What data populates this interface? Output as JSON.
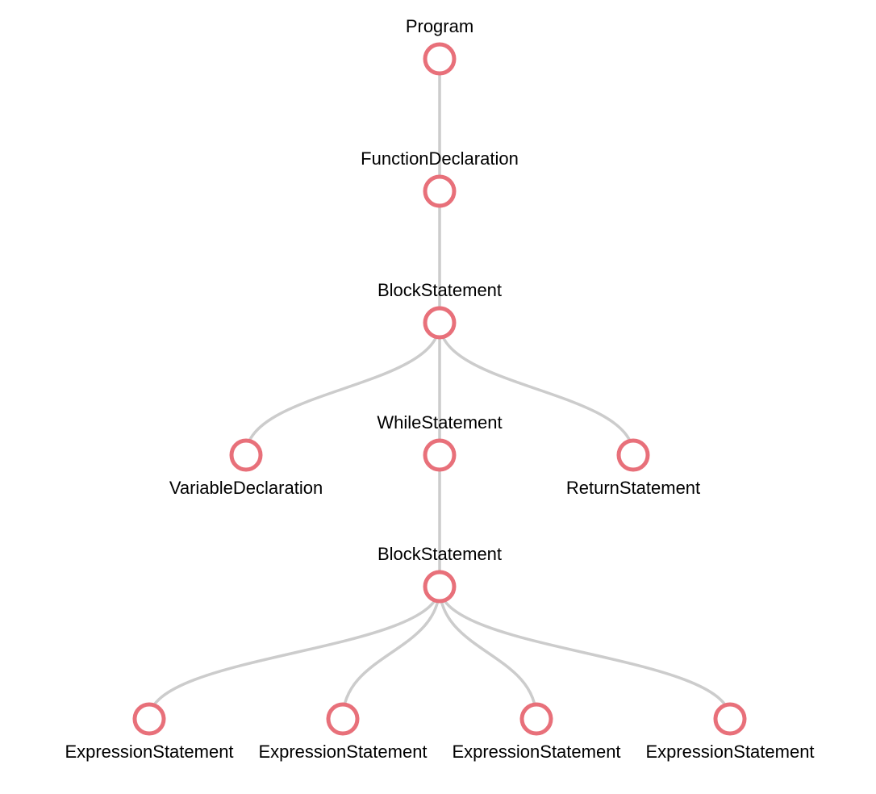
{
  "colors": {
    "node_stroke": "#e8707a",
    "link_stroke": "#cccccc",
    "background": "#ffffff"
  },
  "tree": {
    "nodes": [
      {
        "id": "n0",
        "label": "Program",
        "parent": null,
        "label_position": "above"
      },
      {
        "id": "n1",
        "label": "FunctionDeclaration",
        "parent": "n0",
        "label_position": "above"
      },
      {
        "id": "n2",
        "label": "BlockStatement",
        "parent": "n1",
        "label_position": "above"
      },
      {
        "id": "n3",
        "label": "VariableDeclaration",
        "parent": "n2",
        "label_position": "below"
      },
      {
        "id": "n4",
        "label": "WhileStatement",
        "parent": "n2",
        "label_position": "above"
      },
      {
        "id": "n5",
        "label": "ReturnStatement",
        "parent": "n2",
        "label_position": "below"
      },
      {
        "id": "n6",
        "label": "BlockStatement",
        "parent": "n4",
        "label_position": "above"
      },
      {
        "id": "n7",
        "label": "ExpressionStatement",
        "parent": "n6",
        "label_position": "below"
      },
      {
        "id": "n8",
        "label": "ExpressionStatement",
        "parent": "n6",
        "label_position": "below"
      },
      {
        "id": "n9",
        "label": "ExpressionStatement",
        "parent": "n6",
        "label_position": "below"
      },
      {
        "id": "n10",
        "label": "ExpressionStatement",
        "parent": "n6",
        "label_position": "below"
      }
    ]
  }
}
